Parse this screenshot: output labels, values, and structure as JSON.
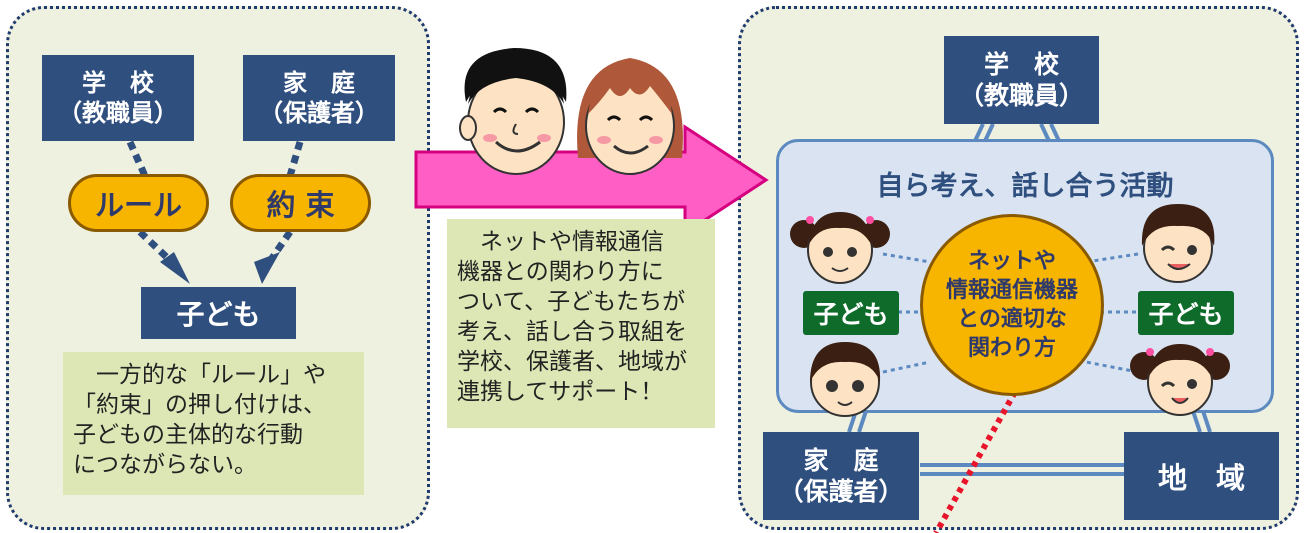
{
  "left": {
    "school": {
      "line1": "学　校",
      "line2": "（教職員）"
    },
    "home": {
      "line1": "家　庭",
      "line2": "（保護者）"
    },
    "rule": "ルール",
    "promise": "約 束",
    "child": "子ども",
    "note": [
      "　一方的な「ルール」や",
      "「約束」の押し付けは、",
      "子どもの主体的な行動",
      "につながらない。"
    ]
  },
  "middle": {
    "note": [
      "　ネットや情報通信",
      "機器との関わり方に",
      "ついて、子どもたちが",
      "考え、話し合う取組を",
      "学校、保護者、地域が",
      "連携してサポート！"
    ]
  },
  "right": {
    "school": {
      "line1": "学　校",
      "line2": "（教職員）"
    },
    "home": {
      "line1": "家　庭",
      "line2": "（保護者）"
    },
    "community": "地　域",
    "title": "自ら考え、話し合う活動",
    "child_left": "子ども",
    "child_right": "子ども",
    "center": [
      "ネットや",
      "情報通信機器",
      "との適切な",
      "関わり方"
    ]
  },
  "colors": {
    "navy": "#2f4f7f",
    "gold": "#f7b500",
    "arrow": "#ff5fc4",
    "green": "#0f6b2a"
  }
}
